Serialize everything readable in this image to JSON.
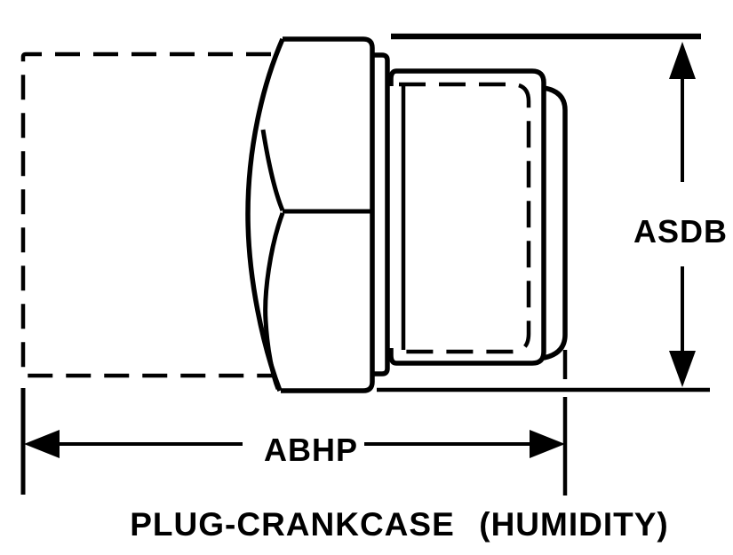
{
  "drawing": {
    "background_color": "#ffffff",
    "line_color": "#000000",
    "title": {
      "part1": "PLUG-CRANKCASE",
      "part2": "(HUMIDITY)",
      "full": "PLUG-CRANKCASE (HUMIDITY)"
    },
    "dimensions": {
      "height_label": "ASDB",
      "length_label": "ABHP"
    }
  }
}
